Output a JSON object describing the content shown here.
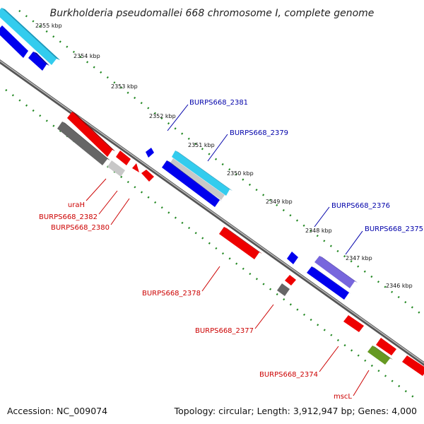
{
  "title": "Burkholderia pseudomallei 668 chromosome I, complete genome",
  "accession": "Accession: NC_009074",
  "topology": "Topology: circular; Length: 3,912,947 bp; Genes: 4,000",
  "ticks": [
    "2355 kbp",
    "2354 kbp",
    "2353 kbp",
    "2352 kbp",
    "2351 kbp",
    "2350 kbp",
    "2349 kbp",
    "2348 kbp",
    "2347 kbp",
    "2346 kbp"
  ],
  "gene_labels_forward": [
    "BURPS668_2381",
    "BURPS668_2379",
    "BURPS668_2376",
    "BURPS668_2375"
  ],
  "gene_labels_reverse": [
    "uraH",
    "BURPS668_2382",
    "BURPS668_2380",
    "BURPS668_2378",
    "BURPS668_2377",
    "BURPS668_2374",
    "mscL"
  ],
  "colors": {
    "forward_cds": "#0000ee",
    "forward_cds_light": "#33ccee",
    "forward_cds_purple": "#6666dd",
    "reverse_cds": "#ee0000",
    "gene_grey": "#666666",
    "gene_green": "#669922",
    "backbone": "#777777",
    "dots": "#228822",
    "forward_label": "#0000aa",
    "reverse_label": "#cc0000"
  }
}
